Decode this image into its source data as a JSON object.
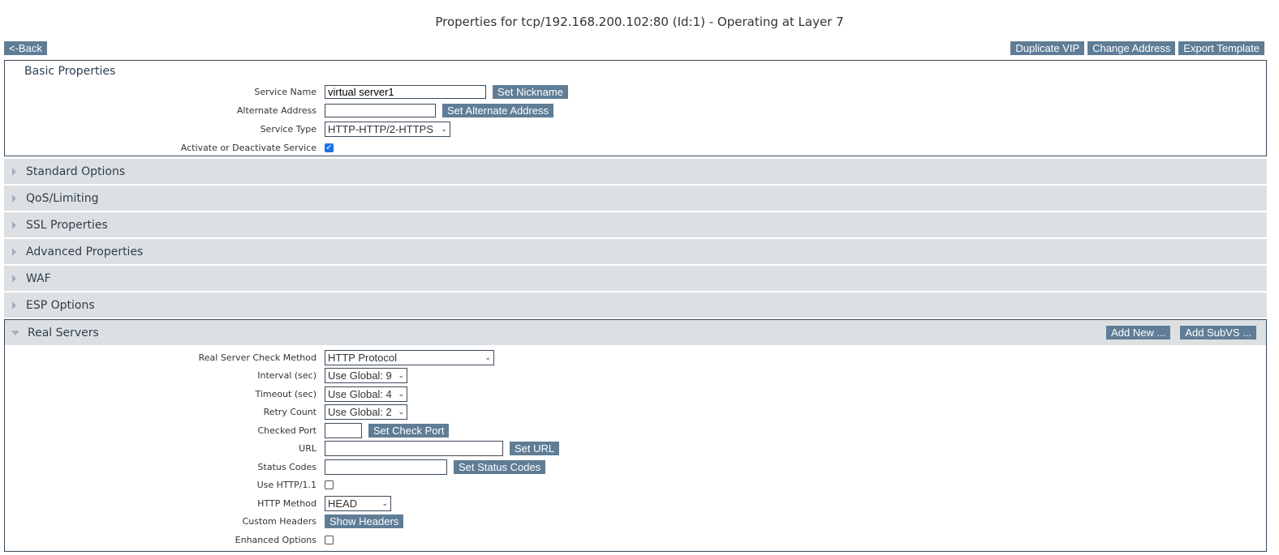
{
  "title": "Properties for tcp/192.168.200.102:80 (Id:1) - Operating at Layer 7",
  "back_label": "<-Back",
  "top_buttons": [
    "Duplicate VIP",
    "Change Address",
    "Export Template"
  ],
  "basic": {
    "title": "Basic Properties",
    "service_name_label": "Service Name",
    "service_name_value": "virtual server1",
    "set_nickname": "Set Nickname",
    "alt_address_label": "Alternate Address",
    "alt_address_value": "",
    "set_alt_address": "Set Alternate Address",
    "service_type_label": "Service Type",
    "service_type_value": "HTTP-HTTP/2-HTTPS",
    "activate_label": "Activate or Deactivate Service",
    "activate_checked": true
  },
  "sections": [
    "Standard Options",
    "QoS/Limiting",
    "SSL Properties",
    "Advanced Properties",
    "WAF",
    "ESP Options"
  ],
  "real_servers": {
    "title": "Real Servers",
    "add_new": "Add New ...",
    "add_subvs": "Add SubVS ...",
    "check_method_label": "Real Server Check Method",
    "check_method_value": "HTTP Protocol",
    "interval_label": "Interval (sec)",
    "interval_value": "Use Global: 9",
    "timeout_label": "Timeout (sec)",
    "timeout_value": "Use Global: 4",
    "retry_label": "Retry Count",
    "retry_value": "Use Global: 2",
    "port_label": "Checked Port",
    "set_port": "Set Check Port",
    "url_label": "URL",
    "set_url": "Set URL",
    "status_label": "Status Codes",
    "set_status": "Set Status Codes",
    "http11_label": "Use HTTP/1.1",
    "http11_checked": false,
    "method_label": "HTTP Method",
    "method_value": "HEAD",
    "headers_label": "Custom Headers",
    "show_headers": "Show Headers",
    "enhanced_label": "Enhanced Options",
    "enhanced_checked": false
  }
}
